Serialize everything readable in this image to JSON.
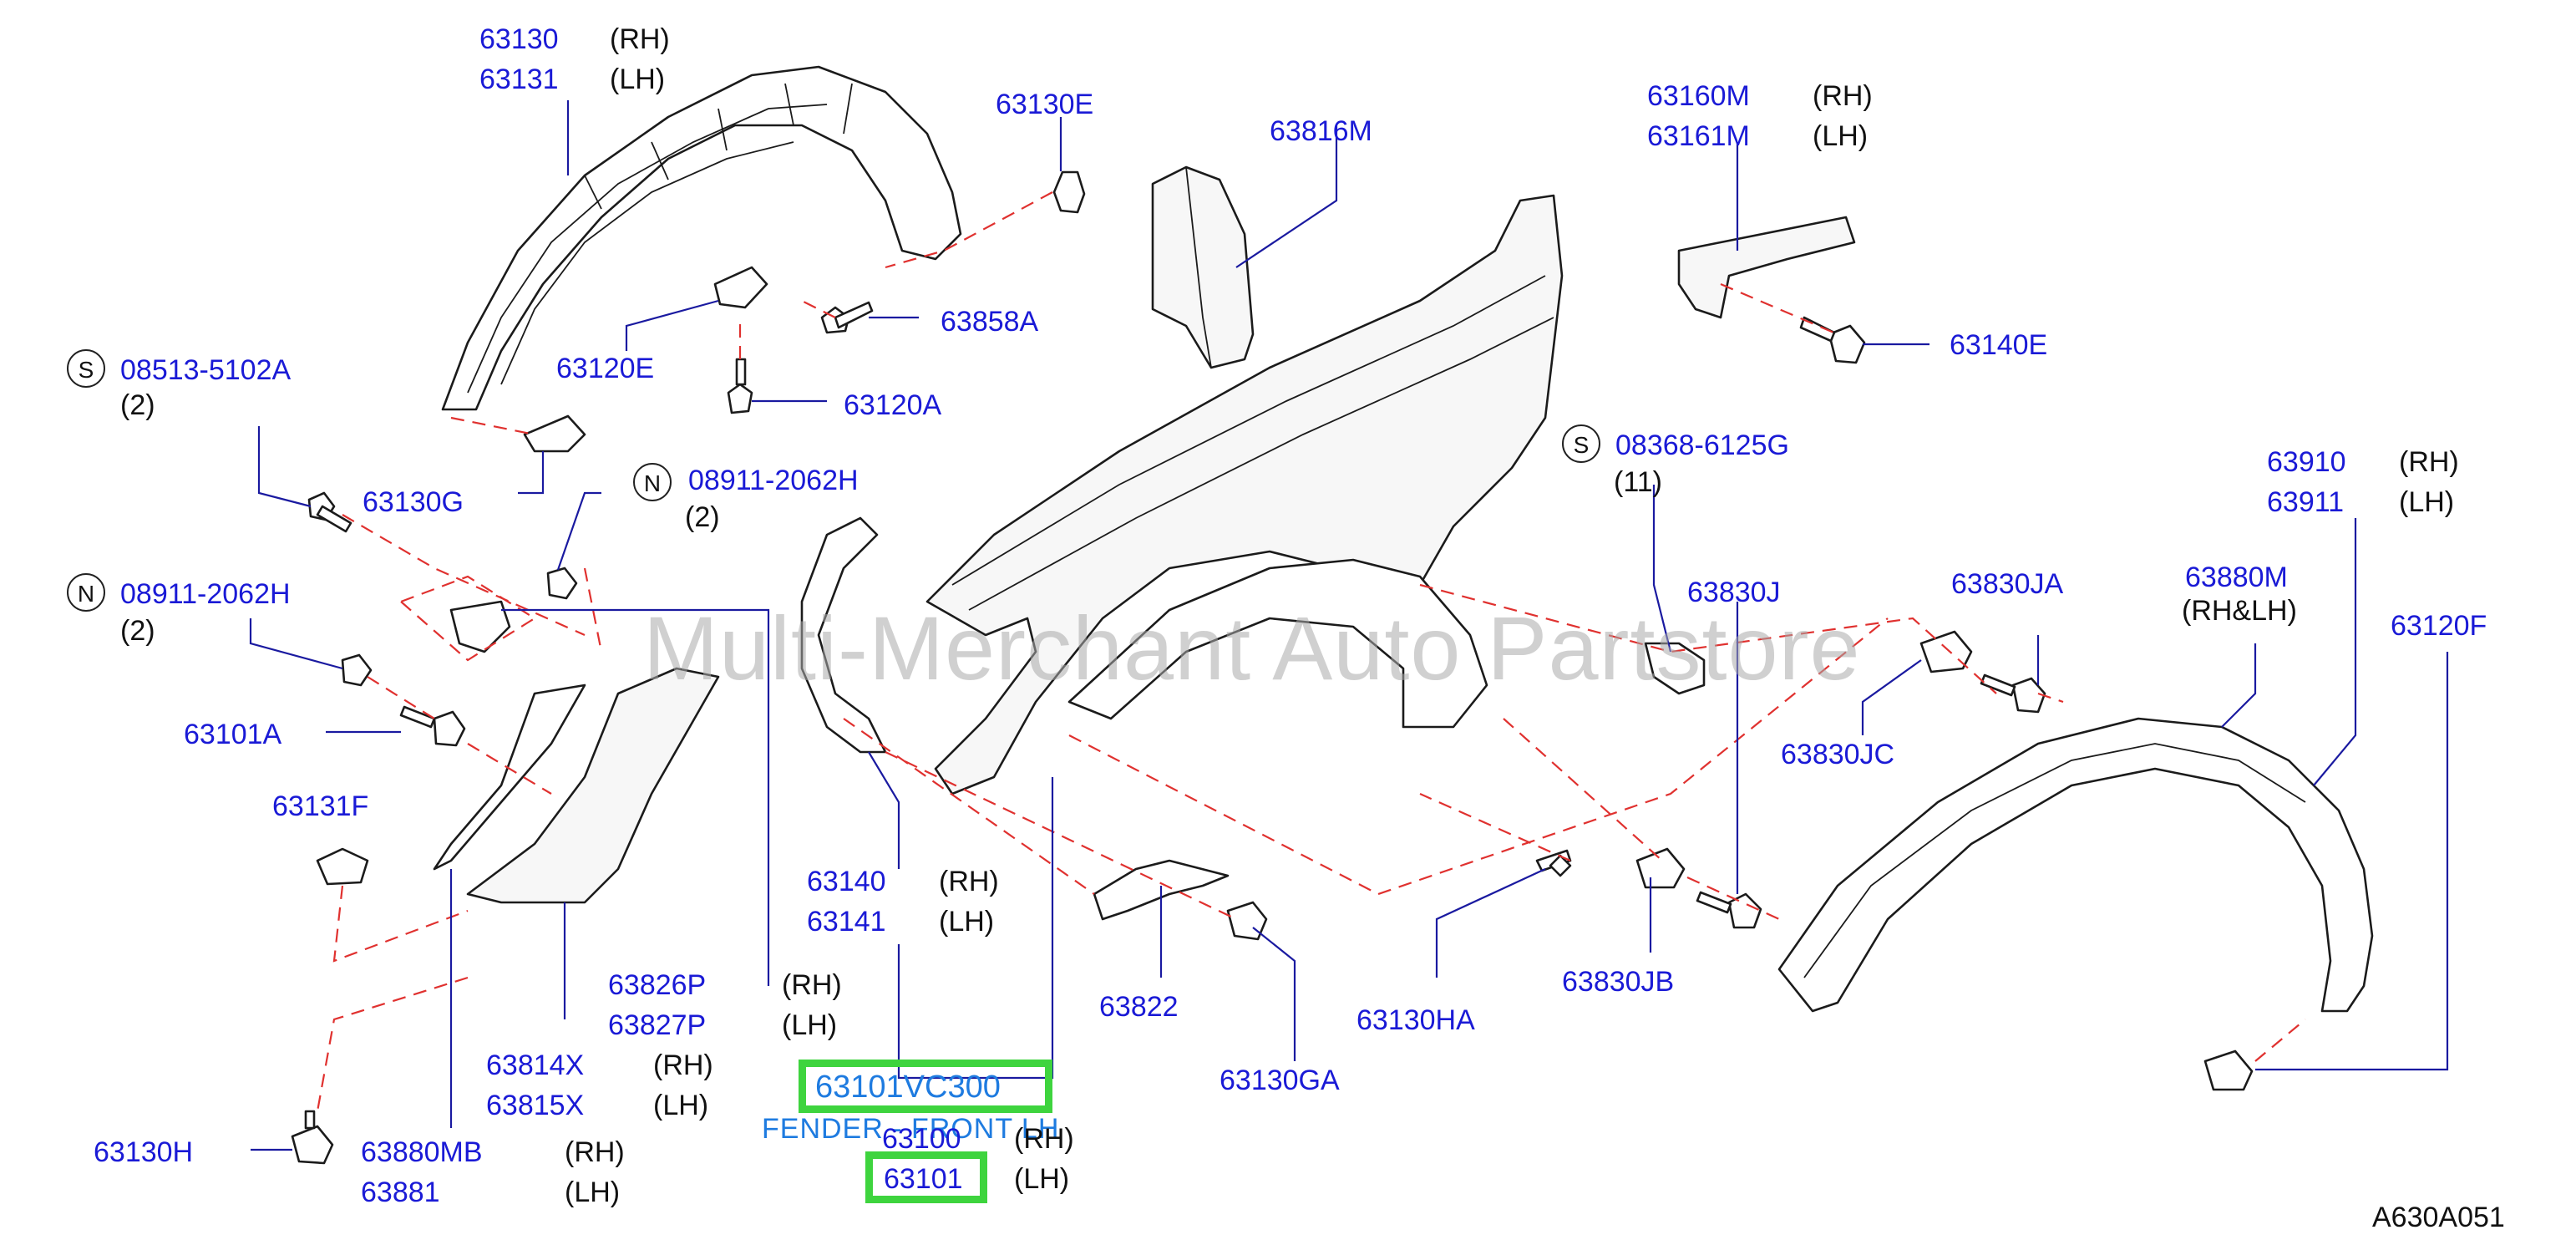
{
  "watermark": "Multi-Merchant Auto Partstore",
  "diagram_code": "A630A051",
  "highlight": {
    "part_number": "63101VC300",
    "caption": "FENDER - FRONT LH",
    "callout": "63101"
  },
  "labels": {
    "p63130": "63130",
    "p63131": "63131",
    "p63130E": "63130E",
    "p63816M": "63816M",
    "p63160M": "63160M",
    "p63161M": "63161M",
    "p63140E": "63140E",
    "p63858A": "63858A",
    "p63120E": "63120E",
    "p63120A": "63120A",
    "p08513": "08513-5102A",
    "q08513": "(2)",
    "p63130G": "63130G",
    "p08911a": "08911-2062H",
    "q08911a": "(2)",
    "p08911b": "08911-2062H",
    "q08911b": "(2)",
    "p63101A": "63101A",
    "p63131F": "63131F",
    "p08368": "08368-6125G",
    "q08368": "(11)",
    "p63830J": "63830J",
    "p63830JA": "63830JA",
    "p63830JC": "63830JC",
    "p63910": "63910",
    "p63911": "63911",
    "p63880M": "63880M",
    "q63880M": "(RH&LH)",
    "p63120F": "63120F",
    "p63140": "63140",
    "p63141": "63141",
    "p63826P": "63826P",
    "p63827P": "63827P",
    "p63814X": "63814X",
    "p63815X": "63815X",
    "p63822": "63822",
    "p63130GA": "63130GA",
    "p63130HA": "63130HA",
    "p63830JB": "63830JB",
    "p63130H": "63130H",
    "p63880MB": "63880MB",
    "p63881": "63881",
    "p63100": "63100"
  },
  "sides": {
    "rh": "(RH)",
    "lh": "(LH)"
  },
  "prefix": {
    "s": "S",
    "n": "N"
  }
}
